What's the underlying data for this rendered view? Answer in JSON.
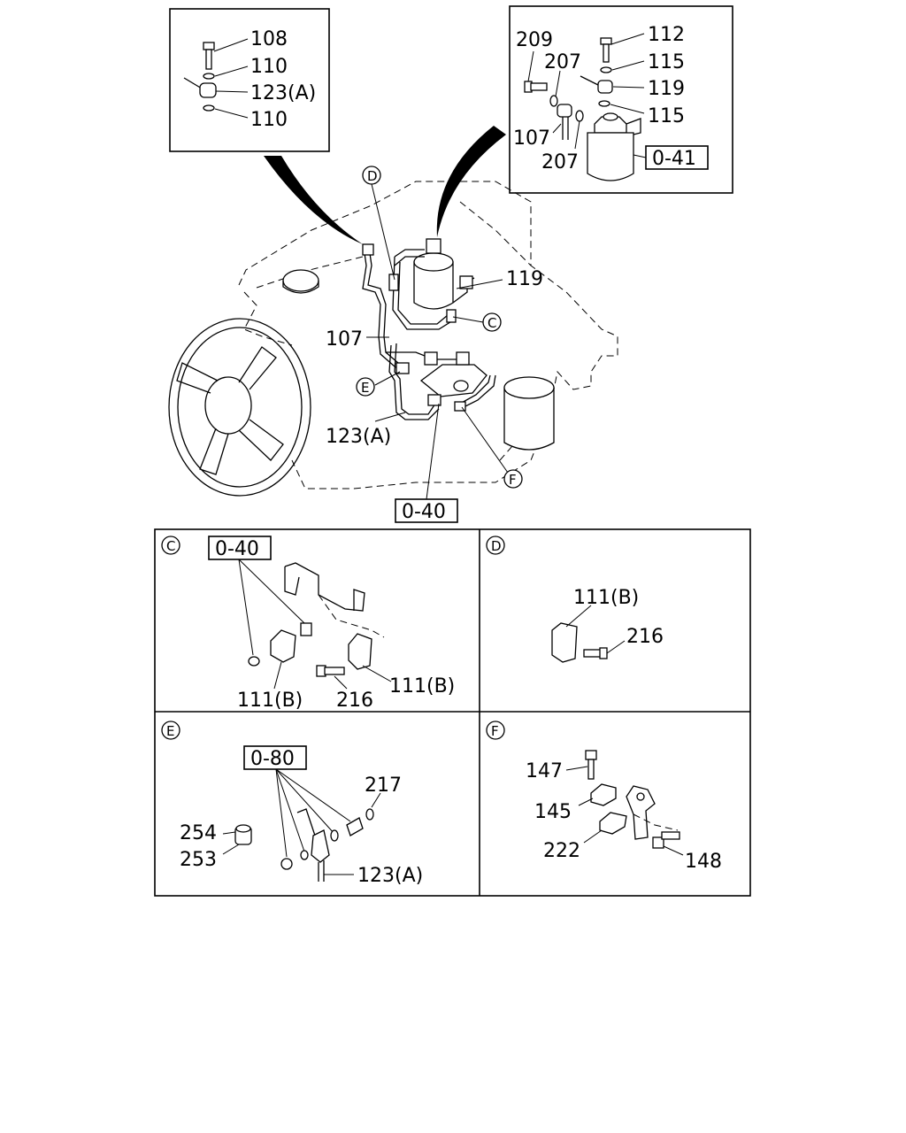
{
  "labels": {
    "inset_tl": [
      "108",
      "110",
      "123(A)",
      "110"
    ],
    "inset_tr": [
      "209",
      "207",
      "112",
      "115",
      "119",
      "115",
      "107",
      "207"
    ],
    "ref_041": "0-41",
    "main": {
      "l119": "119",
      "l107": "107",
      "l123a": "123(A)",
      "ref_040": "0-40"
    },
    "callouts": {
      "c": "C",
      "d": "D",
      "e": "E",
      "f": "F"
    },
    "panel_c": {
      "ref": "0-40",
      "l111b_1": "111(B)",
      "l216": "216",
      "l111b_2": "111(B)"
    },
    "panel_d": {
      "l111b": "111(B)",
      "l216": "216"
    },
    "panel_e": {
      "ref": "0-80",
      "l217": "217",
      "l254": "254",
      "l253": "253",
      "l123a": "123(A)"
    },
    "panel_f": {
      "l147": "147",
      "l145": "145",
      "l222": "222",
      "l148": "148"
    }
  }
}
